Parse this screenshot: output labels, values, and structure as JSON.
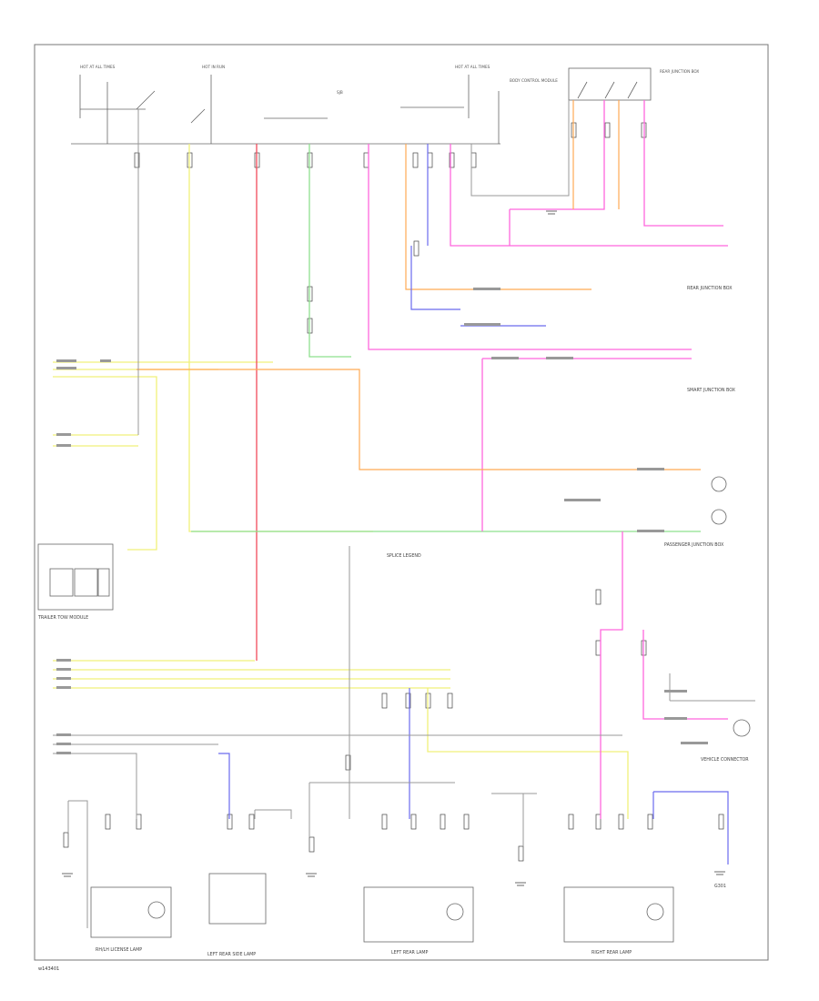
{
  "colors": {
    "frame": "#777777",
    "black": "#222222",
    "gray": "#999999",
    "yellow": "#f0f07a",
    "red": "#f04a5a",
    "green": "#8ee08e",
    "pink": "#ff66dd",
    "orange": "#ffaa55",
    "blue": "#6a6aee",
    "white_wire": "#cccccc"
  },
  "figure_id": "w143401",
  "components": {
    "license_lamp": "RH/LH LICENSE LAMP",
    "left_side_lamp": "LEFT REAR SIDE LAMP",
    "left_rear_lamp": "LEFT REAR LAMP",
    "right_rear_lamp": "RIGHT REAR LAMP",
    "trailer_tow_module": "TRAILER TOW MODULE",
    "body_module": "BODY CONTROL MODULE",
    "passenger_junction": "PASSENGER JUNCTION BOX",
    "rear_junction": "REAR JUNCTION BOX",
    "smart_junction": "SMART JUNCTION BOX",
    "vehicle_connector": "VEHICLE CONNECTOR",
    "ground": "G301",
    "splice_legend": "SPLICE LEGEND"
  }
}
